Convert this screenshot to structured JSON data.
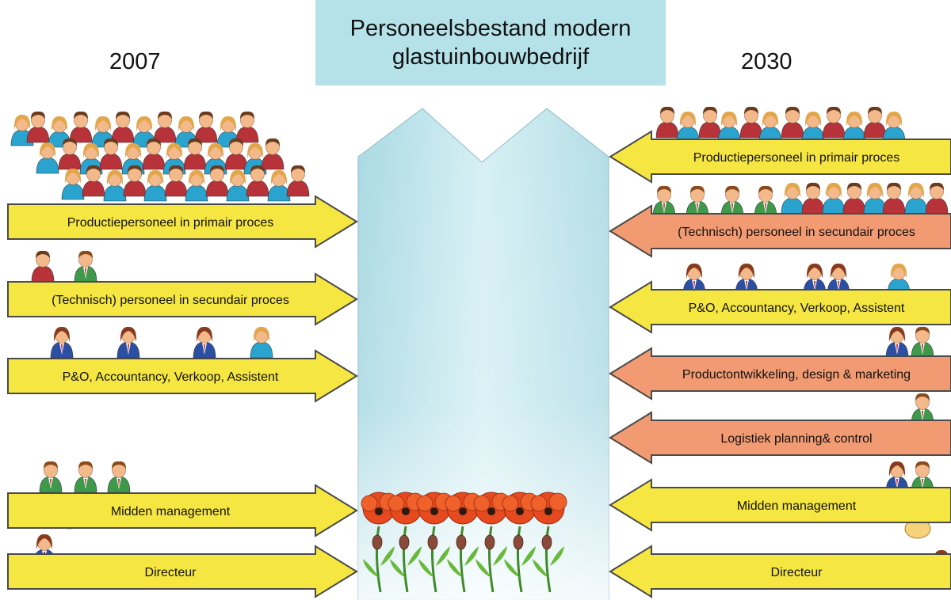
{
  "title": {
    "line1": "Personeelsbestand modern",
    "line2": "glastuinbouwbedrijf"
  },
  "years": {
    "left": "2007",
    "right": "2030"
  },
  "colors": {
    "title_box": "#b5e2e8",
    "arrow_yellow": "#f5e642",
    "arrow_orange": "#f29a72",
    "arrow_stroke": "#4a4a4a",
    "center_column": "#c6e8ef",
    "person_male_shirt": "#b8323a",
    "person_female_shirt": "#2aa3cf",
    "person_suit_green": "#3e9a4a",
    "person_suit_blue": "#2b4fa3",
    "flower_red": "#e64a1e"
  },
  "left_arrows": [
    {
      "label": "Productiepersoneel in primair proces",
      "color": "yellow"
    },
    {
      "label": "(Technisch) personeel in secundair proces",
      "color": "yellow"
    },
    {
      "label": "P&O, Accountancy, Verkoop, Assistent",
      "color": "yellow"
    },
    {
      "label": "Midden management",
      "color": "yellow"
    },
    {
      "label": "Directeur",
      "color": "yellow"
    }
  ],
  "right_arrows": [
    {
      "label": "Productiepersoneel in primair proces",
      "color": "yellow"
    },
    {
      "label": "(Technisch) personeel in secundair proces",
      "color": "orange"
    },
    {
      "label": "P&O, Accountancy, Verkoop, Assistent",
      "color": "yellow"
    },
    {
      "label": "Productontwikkeling, design & marketing",
      "color": "orange"
    },
    {
      "label": "Logistiek planning& control",
      "color": "orange"
    },
    {
      "label": "Midden management",
      "color": "yellow"
    },
    {
      "label": "Directeur",
      "color": "yellow"
    }
  ],
  "icons": {
    "person": "person-icon",
    "manager": "manager-icon",
    "director": "director-icon",
    "flower": "poppy-flower-icon"
  }
}
